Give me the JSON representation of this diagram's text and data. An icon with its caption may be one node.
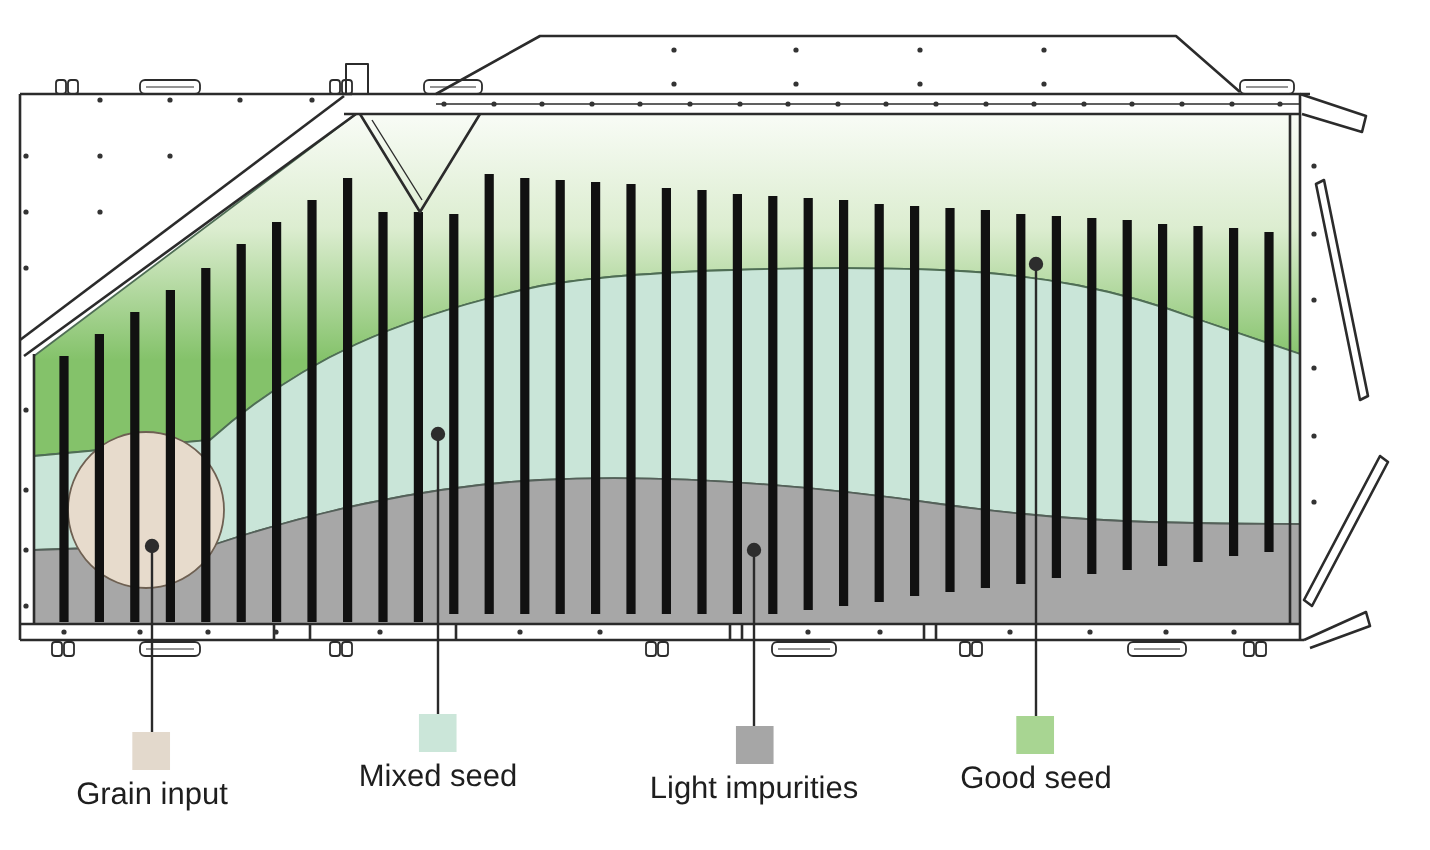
{
  "diagram": {
    "nodes": [
      {
        "text": [],
        "shape": "circle"
      },
      {
        "text": [],
        "shape": "band"
      },
      {
        "text": [],
        "shape": "band"
      },
      {
        "text": [],
        "shape": "band"
      },
      {
        "text": [
          "Grain input"
        ]
      },
      {
        "text": [
          "Mixed seed"
        ]
      },
      {
        "text": [
          "Light impurities"
        ]
      },
      {
        "text": [
          "Good seed"
        ]
      }
    ],
    "edges": [
      {
        "from": 4,
        "to": 0,
        "arrow": "other"
      },
      {
        "from": 5,
        "to": 2,
        "arrow": "other"
      },
      {
        "from": 6,
        "to": 3,
        "arrow": "other"
      },
      {
        "from": 7,
        "to": 1,
        "arrow": "other"
      }
    ]
  }
}
